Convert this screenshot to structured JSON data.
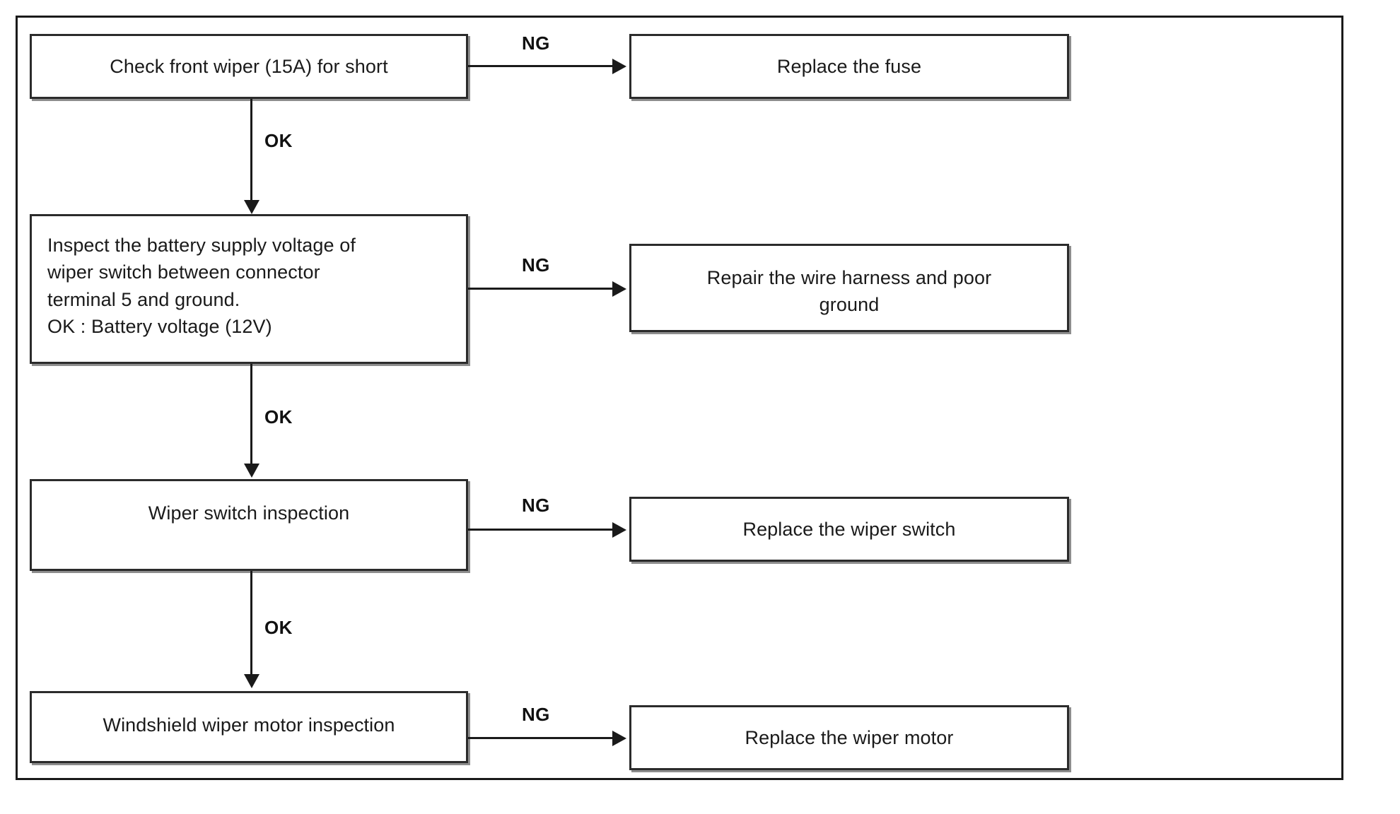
{
  "diagram": {
    "title": "Windshield wiper troubleshooting flowchart",
    "type": "flowchart",
    "colors": {
      "line": "#1a1a1a",
      "box_border": "#2b2b2b",
      "box_shadow": "#8d8d8d",
      "background": "#ffffff",
      "text": "#1a1a1a"
    },
    "steps": [
      {
        "id": "step-1",
        "label": "Check front wiper (15A) for short",
        "ok_label": "OK",
        "ng_label": "NG",
        "ng_result": "Replace the fuse"
      },
      {
        "id": "step-2",
        "label": "Inspect the battery supply voltage of\nwiper switch between connector\nterminal 5 and ground.\nOK : Battery voltage (12V)",
        "ok_label": "OK",
        "ng_label": "NG",
        "ng_result": "Repair the wire harness and poor\nground"
      },
      {
        "id": "step-3",
        "label": "Wiper switch inspection",
        "ok_label": "OK",
        "ng_label": "NG",
        "ng_result": "Replace the wiper switch"
      },
      {
        "id": "step-4",
        "label": "Windshield wiper motor inspection",
        "ok_label": "",
        "ng_label": "NG",
        "ng_result": "Replace the wiper motor"
      }
    ]
  }
}
